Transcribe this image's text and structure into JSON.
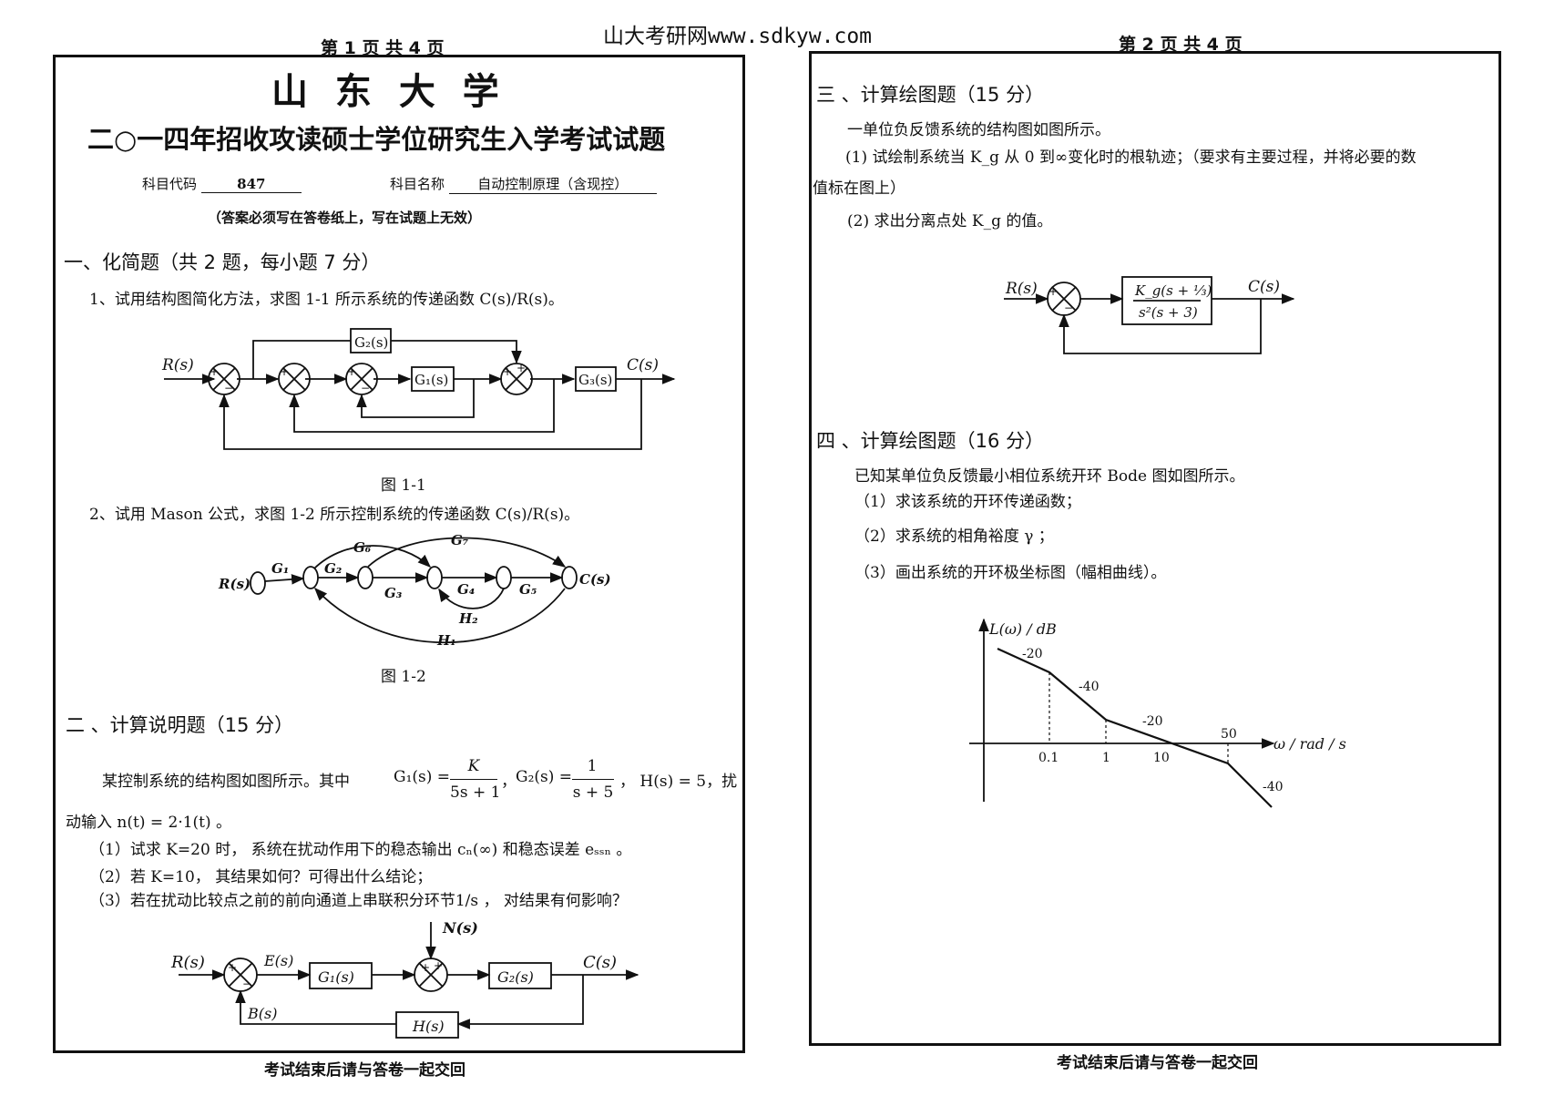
{
  "header": {
    "site": "山大考研网www.sdkyw.com",
    "page1_label": "第 1 页   共 4 页",
    "page2_label": "第 2 页   共 4 页"
  },
  "page1": {
    "university": "山  东  大  学",
    "exam_title": "二○一四年招收攻读硕士学位研究生入学考试试题",
    "code_label": "科目代码",
    "code_value": "847",
    "name_label": "科目名称",
    "name_value": "自动控制原理（含现控）",
    "notice": "（答案必须写在答卷纸上，写在试题上无效）",
    "section1_title": "一、化简题（共 2 题，每小题 7 分）",
    "q1": "1、试用结构图简化方法，求图 1-1 所示系统的传递函数 C(s)/R(s)。",
    "fig1": {
      "caption": "图 1-1",
      "r": "R(s)",
      "c": "C(s)",
      "g1": "G₁(s)",
      "g2": "G₂(s)",
      "g3": "G₃(s)",
      "plus": "+",
      "minus": "−"
    },
    "q2": "2、试用 Mason 公式，求图 1-2 所示控制系统的传递函数 C(s)/R(s)。",
    "fig2": {
      "caption": "图 1-2",
      "r": "R(s)",
      "c": "C(s)",
      "g1": "G₁",
      "g2": "G₂",
      "g3": "G₃",
      "g4": "G₄",
      "g5": "G₅",
      "g6": "G₆",
      "g7": "G₇",
      "h1": "H₁",
      "h2": "H₂"
    },
    "section2_title": "二 、计算说明题（15 分）",
    "s2_intro_a": "某控制系统的结构图如图所示。其中",
    "s2_g1_lhs": "G₁(s) =",
    "s2_g1_num": "K",
    "s2_g1_den": "5s + 1",
    "s2_sep1": "，",
    "s2_g2_lhs": "G₂(s) =",
    "s2_g2_num": "1",
    "s2_g2_den": "s + 5",
    "s2_h": "，  H(s) = 5，扰",
    "s2_intro_b": "动输入 n(t) = 2·1(t) 。",
    "s2_q1": "（1）试求 K=20 时， 系统在扰动作用下的稳态输出 cₙ(∞) 和稳态误差 eₛₛₙ 。",
    "s2_q2": "（2）若 K=10， 其结果如何？可得出什么结论；",
    "s2_q3": "（3）若在扰动比较点之前的前向通道上串联积分环节1/s ， 对结果有何影响？",
    "fig3": {
      "r": "R(s)",
      "e": "E(s)",
      "n": "N(s)",
      "c": "C(s)",
      "b": "B(s)",
      "g1": "G₁(s)",
      "g2": "G₂(s)",
      "h": "H(s)",
      "plus": "+",
      "minus": "−"
    },
    "footer": "考试结束后请与答卷一起交回"
  },
  "page2": {
    "section3_title": "三 、计算绘图题（15 分）",
    "s3_intro": "一单位负反馈系统的结构图如图所示。",
    "s3_q1a": "(1)  试绘制系统当 K_g 从 0 到∞变化时的根轨迹；（要求有主要过程，并将必要的数",
    "s3_q1b": "值标在图上）",
    "s3_q2": "(2)  求出分离点处 K_g 的值。",
    "fig4": {
      "r": "R(s)",
      "c": "C(s)",
      "num": "K_g(s + ⅓)",
      "den": "s²(s + 3)",
      "plus": "+",
      "minus": "−"
    },
    "section4_title": "四  、计算绘图题（16 分）",
    "s4_intro": "已知某单位负反馈最小相位系统开环 Bode 图如图所示。",
    "s4_q1": "（1）求该系统的开环传递函数；",
    "s4_q2": "（2）求系统的相角裕度 γ ；",
    "s4_q3": "（3）画出系统的开环极坐标图（幅相曲线）。",
    "bode": {
      "ylabel": "L(ω) / dB",
      "xlabel": "ω / rad / s",
      "slopes": [
        "-20",
        "-40",
        "-20",
        "-40"
      ],
      "ticks": [
        "0.1",
        "1",
        "10",
        "50"
      ]
    },
    "footer": "考试结束后请与答卷一起交回"
  }
}
